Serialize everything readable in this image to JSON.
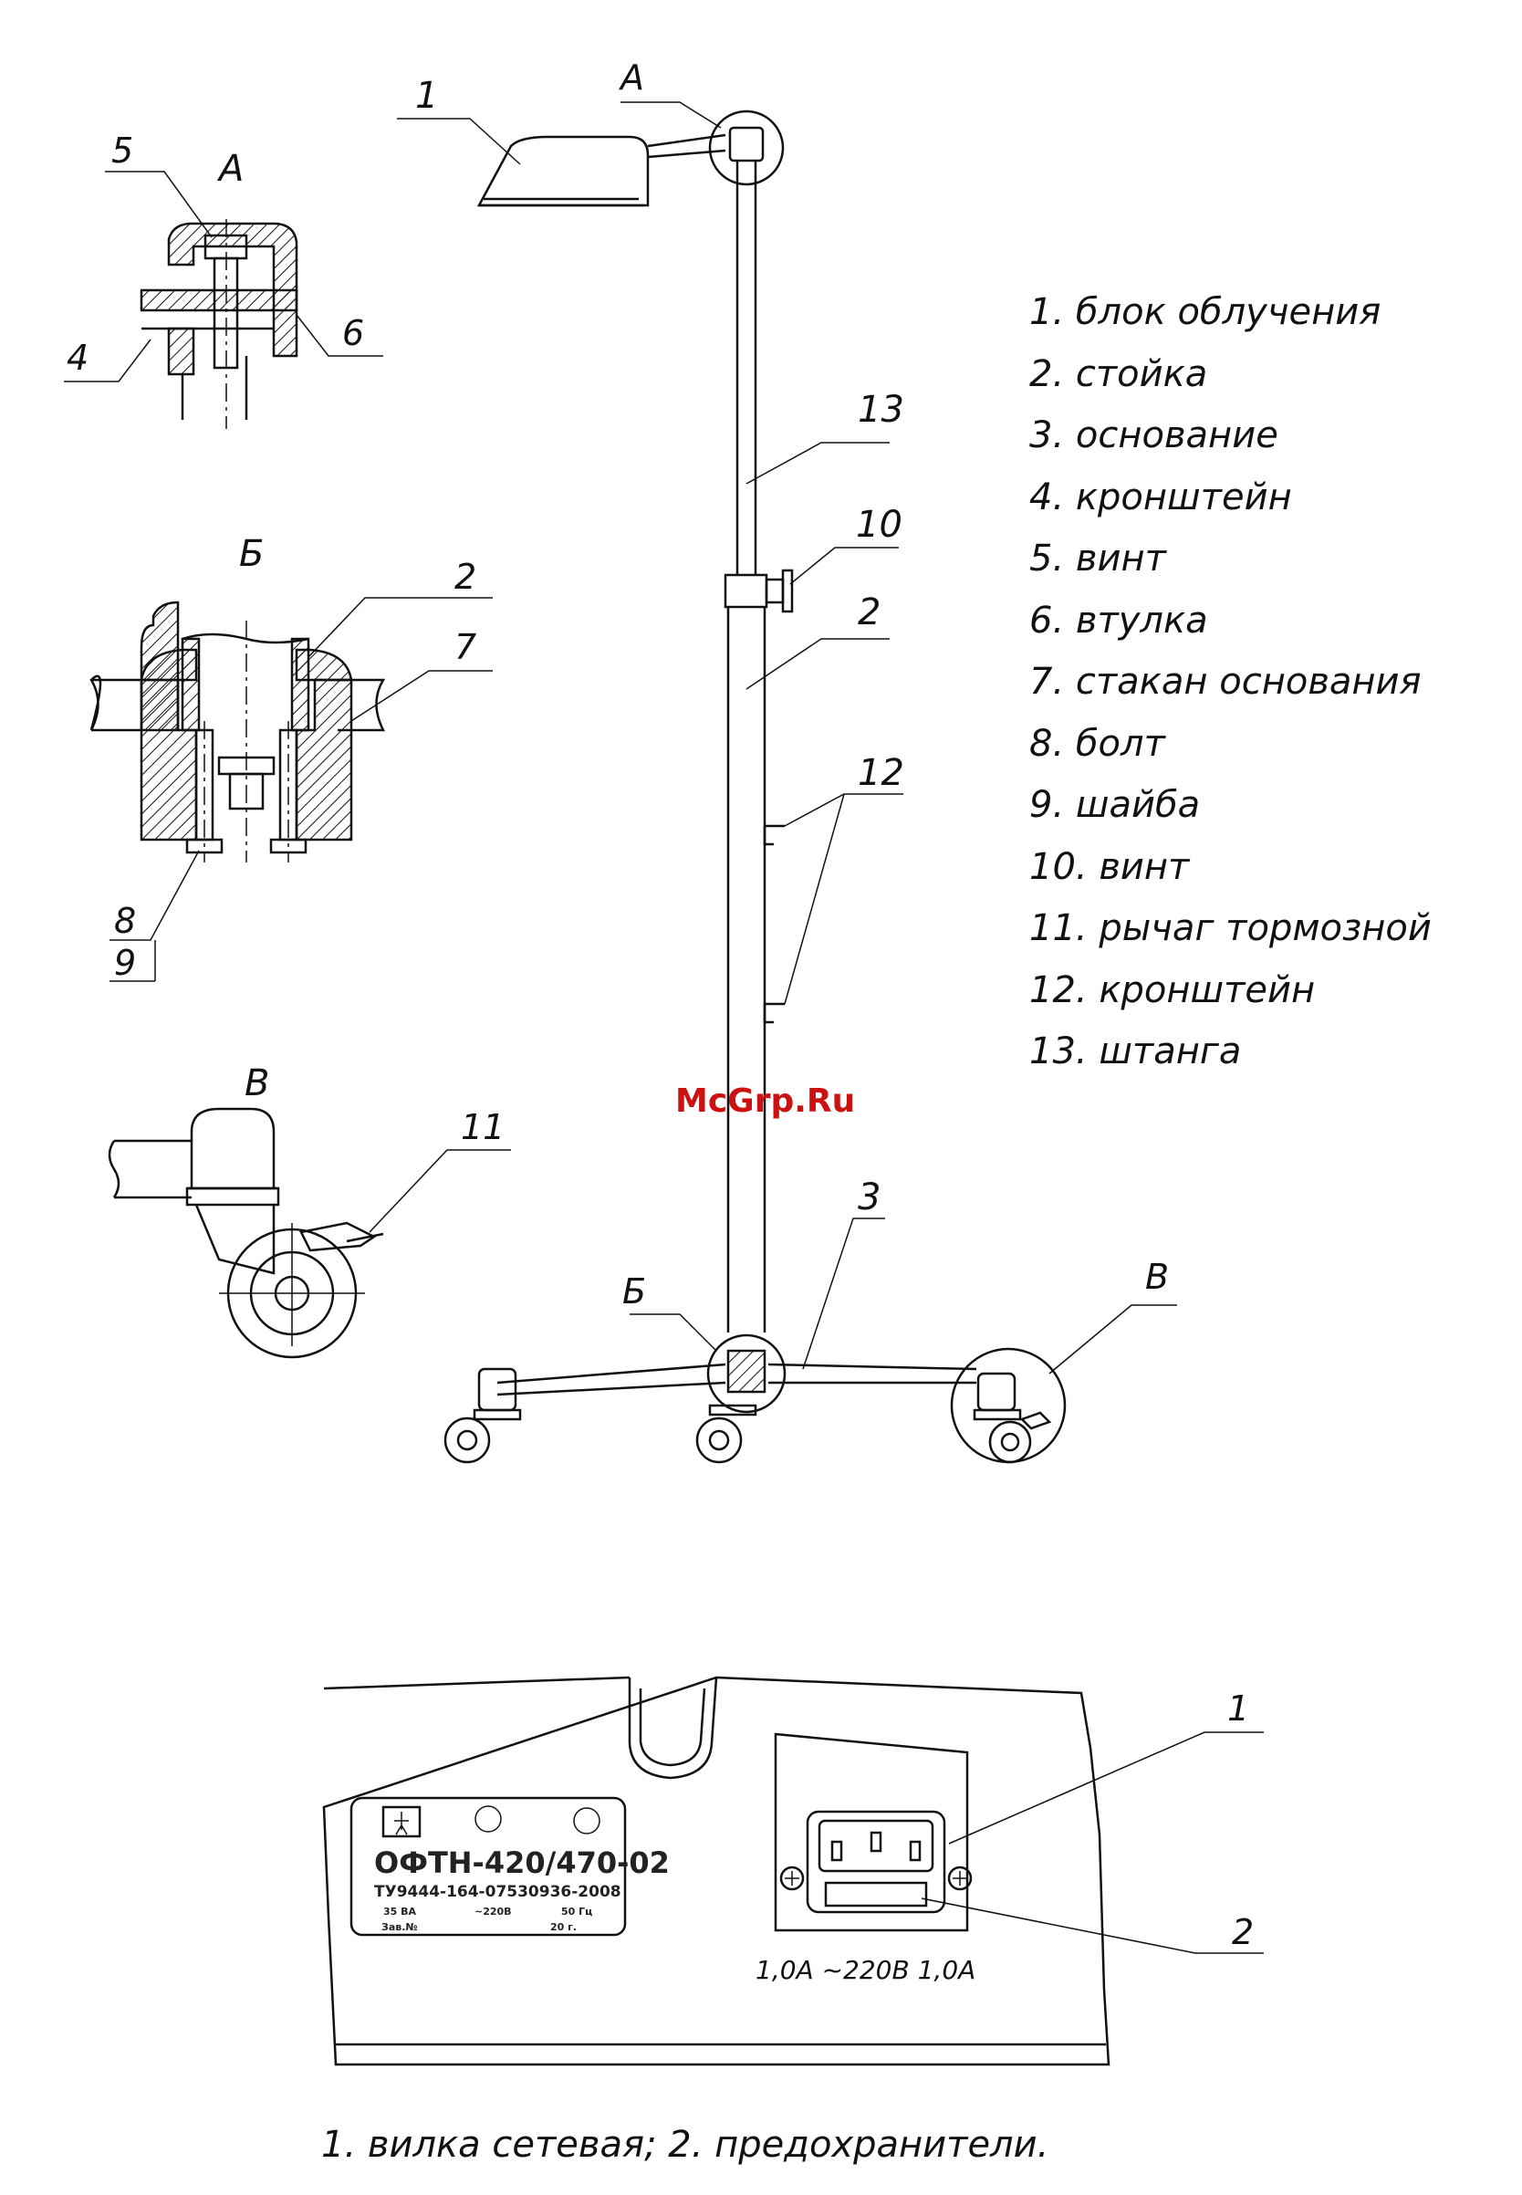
{
  "watermark": "McGrp.Ru",
  "views": {
    "a": "А",
    "b": "Б",
    "v": "В"
  },
  "numbers": {
    "n1": "1",
    "n2": "2",
    "n3": "3",
    "n4": "4",
    "n5": "5",
    "n6": "6",
    "n7": "7",
    "n8": "8",
    "n9": "9",
    "n10": "10",
    "n11": "11",
    "n12": "12",
    "n13": "13"
  },
  "legend": [
    "1.  блок облучения",
    "2.  стойка",
    "3.  основание",
    "4.  кронштейн",
    "5.  винт",
    "6.  втулка",
    "7.  стакан основания",
    "8.  болт",
    "9.  шайба",
    "10.  винт",
    "11.  рычаг тормозной",
    "12.  кронштейн",
    "13.  штанга"
  ],
  "plate": {
    "model": "ОФТН-420/470-02",
    "spec": "ТУ9444-164-07530936-2008",
    "power": "35 ВА",
    "voltage": "~220В",
    "freq": "50 Гц",
    "serial": "Зав.№",
    "year": "20    г."
  },
  "panel": {
    "fuse_label": "1,0А  ~220В  1,0А",
    "callout1": "1",
    "callout2": "2"
  },
  "caption": "1.  вилка сетевая;  2.  предохранители."
}
